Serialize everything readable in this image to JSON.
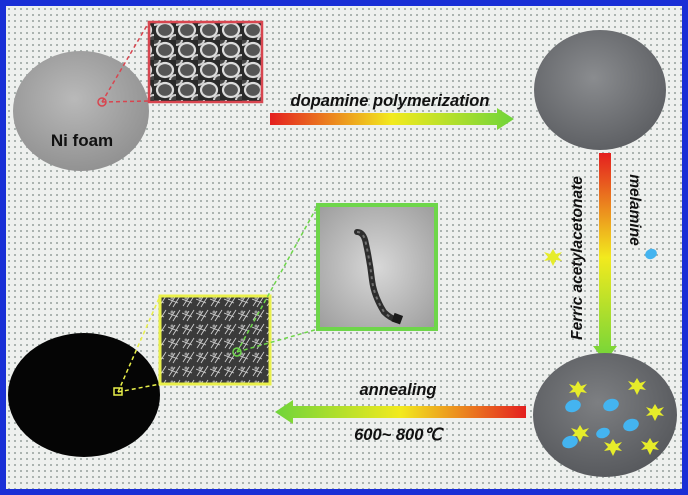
{
  "labels": {
    "ni_foam": "Ni foam",
    "step1": "dopamine polymerization",
    "reagent_a": "Ferric acetylacetonate",
    "reagent_b": "melamine",
    "step3": "annealing",
    "step3_temp": "600~ 800℃"
  },
  "colors": {
    "border": "#1a2fd6",
    "arrow_red": "#e41f1f",
    "arrow_yellow": "#f2ea1e",
    "arrow_green": "#6fd43a",
    "star": "#e6ec2a",
    "blob": "#44b4f0",
    "sem_inset_border": "#d8454f",
    "sem2_inset_border": "#e9f04a",
    "tem_inset_border": "#6ed64a"
  },
  "icons": {
    "reagent_a": "yellow-star-icon",
    "reagent_b": "blue-blob-icon"
  }
}
